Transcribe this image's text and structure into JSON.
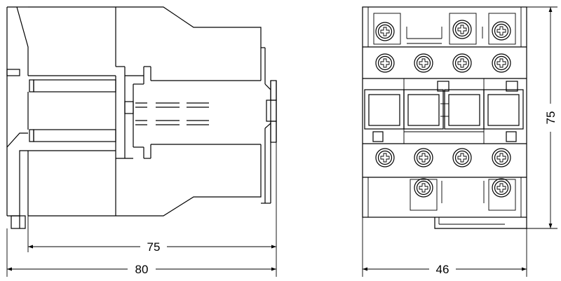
{
  "dimensions": {
    "side_mount_width": "75",
    "side_total_depth": "80",
    "front_width": "46",
    "front_height": "75"
  }
}
